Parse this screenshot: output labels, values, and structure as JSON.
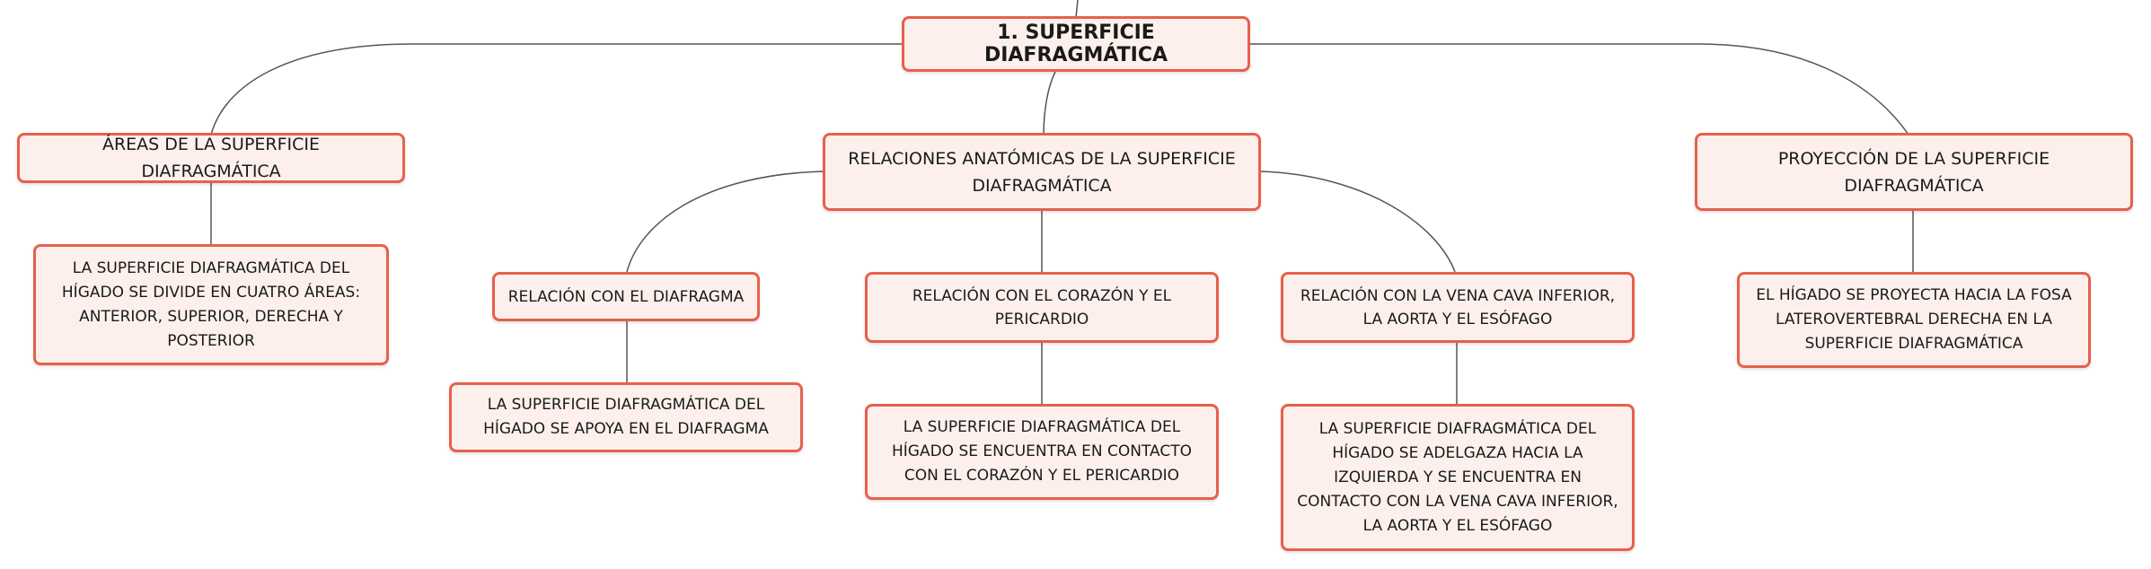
{
  "root": {
    "label": "1. SUPERFICIE DIAFRAGMÁTICA"
  },
  "branches": [
    {
      "label": "ÁREAS DE LA SUPERFICIE DIAFRAGMÁTICA",
      "detail": "LA SUPERFICIE DIAFRAGMÁTICA DEL HÍGADO SE DIVIDE EN CUATRO ÁREAS: ANTERIOR, SUPERIOR, DERECHA Y POSTERIOR"
    },
    {
      "label": "RELACIONES ANATÓMICAS DE LA SUPERFICIE DIAFRAGMÁTICA",
      "children": [
        {
          "label": "RELACIÓN CON EL DIAFRAGMA",
          "detail": "LA SUPERFICIE DIAFRAGMÁTICA DEL HÍGADO SE APOYA EN EL DIAFRAGMA"
        },
        {
          "label": "RELACIÓN CON EL CORAZÓN Y EL PERICARDIO",
          "detail": "LA SUPERFICIE DIAFRAGMÁTICA DEL HÍGADO SE ENCUENTRA EN CONTACTO CON EL CORAZÓN Y EL PERICARDIO"
        },
        {
          "label": "RELACIÓN CON LA VENA CAVA INFERIOR, LA AORTA Y EL ESÓFAGO",
          "detail": "LA SUPERFICIE DIAFRAGMÁTICA DEL HÍGADO SE ADELGAZA HACIA LA IZQUIERDA Y SE ENCUENTRA EN CONTACTO CON LA VENA CAVA INFERIOR, LA AORTA Y EL ESÓFAGO"
        }
      ]
    },
    {
      "label": "PROYECCIÓN DE LA SUPERFICIE DIAFRAGMÁTICA",
      "detail": "EL HÍGADO SE PROYECTA HACIA LA FOSA LATEROVERTEBRAL DERECHA EN LA SUPERFICIE DIAFRAGMÁTICA"
    }
  ],
  "colors": {
    "border": "#e8604c",
    "fill": "#fdf0ec",
    "line": "#555555"
  }
}
